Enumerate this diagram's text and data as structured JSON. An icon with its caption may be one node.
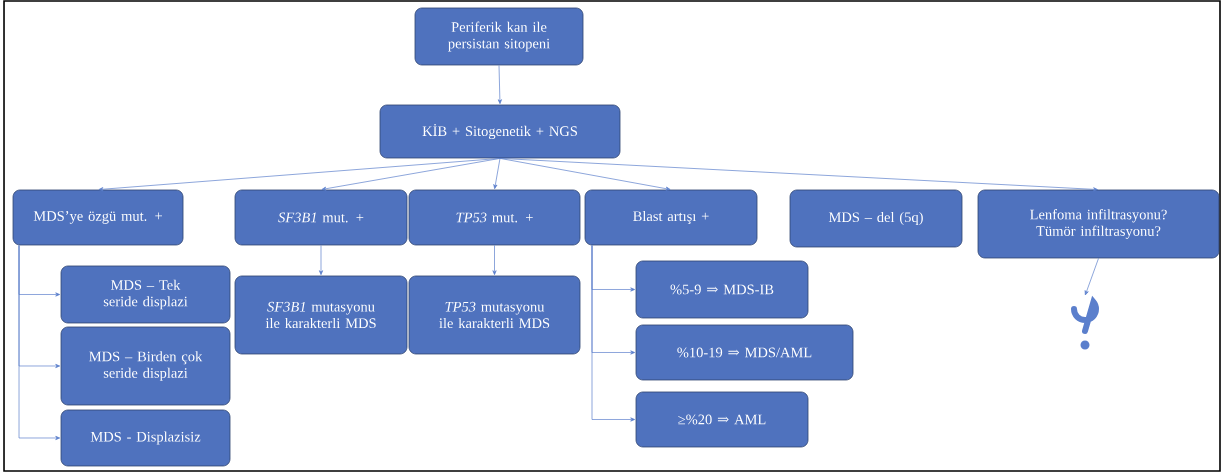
{
  "diagram": {
    "nodes": [
      {
        "text": [
          "Periferik kan ile persistan sitopeni"
        ]
      },
      {
        "text": [
          "KİB + Sitogenetik + NGS"
        ]
      },
      {
        "text": [
          "MDS’ye özgü mut. +"
        ]
      },
      {
        "text": [
          "*SF3B1* mut. +"
        ]
      },
      {
        "text": [
          "*TP53* mut. +"
        ]
      },
      {
        "text": [
          "Blast artışı +"
        ]
      },
      {
        "text": [
          "MDS – del (5q)"
        ]
      },
      {
        "text": [
          "Lenfoma infiltrasyonu? Tümör infiltrasyonu?"
        ]
      },
      {
        "text": [
          "MDS – Tek seride displazi"
        ]
      },
      {
        "text": [
          "*SF3B1* mutasyonu ile karakterli MDS"
        ]
      },
      {
        "text": [
          "*TP53* mutasyonu ile karakterli MDS"
        ]
      },
      {
        "text": [
          "%5-9 ⇒ MDS-IB"
        ]
      },
      {
        "text": [
          "MDS – Birden çok seride displazi"
        ]
      },
      {
        "text": [
          "%10-19 ⇒ MDS/AML"
        ]
      },
      {
        "text": [
          "MDS - Displazisiz"
        ]
      },
      {
        "text": [
          "≥%20 ⇒ AML"
        ]
      },
      {
        "text": [],
        "shape": "picture"
      }
    ],
    "edges": [
      {
        "from": 0,
        "to": 1,
        "arrow": "to"
      },
      {
        "from": 1,
        "to": 2,
        "arrow": "to"
      },
      {
        "from": 1,
        "to": 3,
        "arrow": "to"
      },
      {
        "from": 1,
        "to": 4,
        "arrow": "to"
      },
      {
        "from": 1,
        "to": 5,
        "arrow": "to"
      },
      {
        "from": 1,
        "to": 7,
        "arrow": "to"
      },
      {
        "from": 2,
        "to": 8,
        "arrow": "to"
      },
      {
        "from": 2,
        "to": 12,
        "arrow": "to"
      },
      {
        "from": 2,
        "to": 14,
        "arrow": "to"
      },
      {
        "from": 3,
        "to": 9,
        "arrow": "to"
      },
      {
        "from": 4,
        "to": 10,
        "arrow": "to"
      },
      {
        "from": 5,
        "to": 11,
        "arrow": "to"
      },
      {
        "from": 5,
        "to": 13,
        "arrow": "to"
      },
      {
        "from": 5,
        "to": 15,
        "arrow": "to"
      },
      {
        "from": 7,
        "to": 16,
        "arrow": "to"
      }
    ]
  }
}
